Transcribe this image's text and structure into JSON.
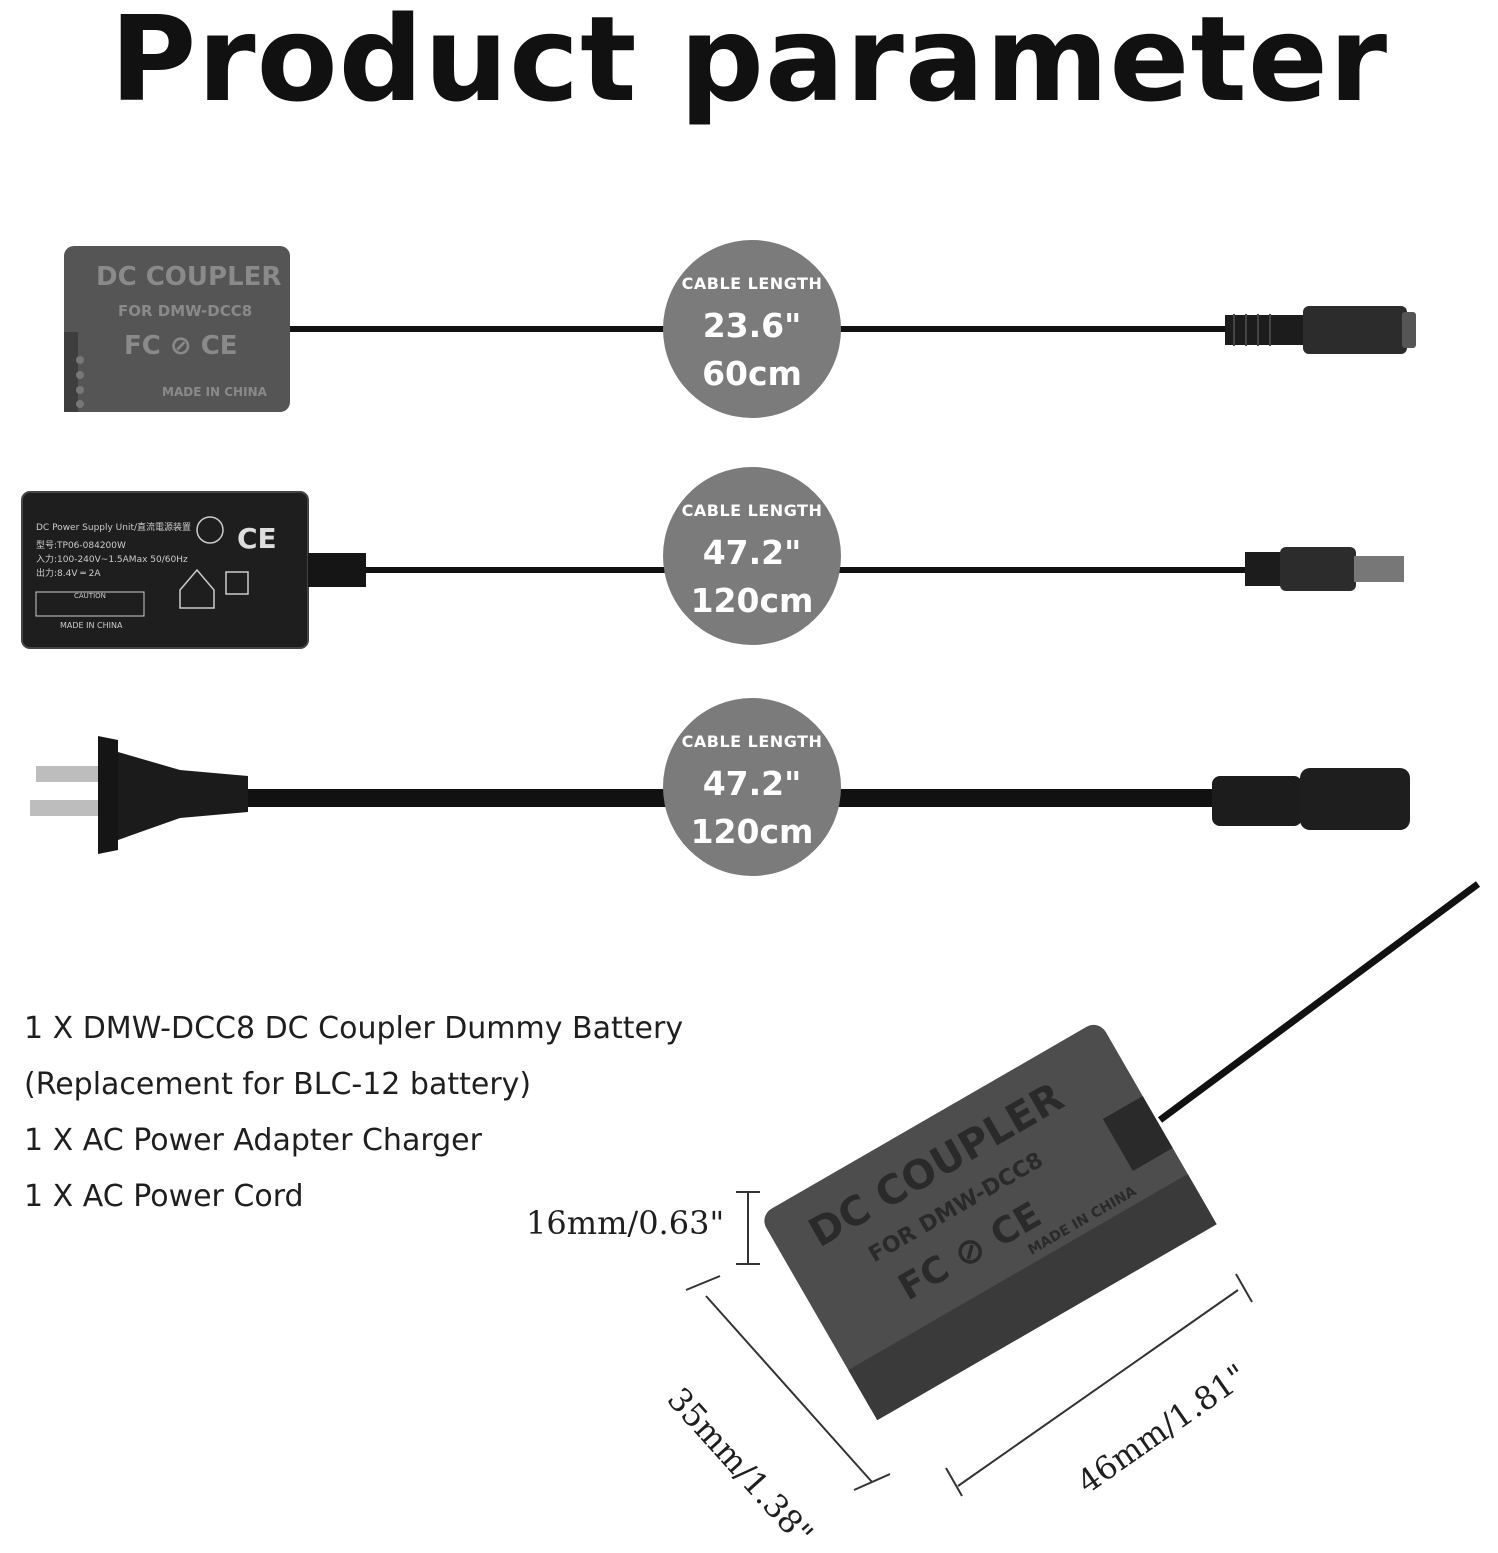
{
  "title": "Product parameter",
  "cables": [
    {
      "caption": "CABLE LENGTH",
      "inches": "23.6\"",
      "cm": "60cm"
    },
    {
      "caption": "CABLE LENGTH",
      "inches": "47.2\"",
      "cm": "120cm"
    },
    {
      "caption": "CABLE LENGTH",
      "inches": "47.2\"",
      "cm": "120cm"
    }
  ],
  "coupler": {
    "line1": "DC COUPLER",
    "line2": "FOR DMW-DCC8",
    "certs": "FC ⊘ CE",
    "made": "MADE IN CHINA"
  },
  "adapter": {
    "line1": "DC Power Supply Unit/直流電源装置",
    "line2": "型号:TP06-084200W",
    "line3": "入力:100-240V~1.5AMax 50/60Hz",
    "line4": "出力:8.4V ═ 2A",
    "made": "MADE IN CHINA",
    "caution": "CAUTION"
  },
  "package_list": [
    "1 X DMW-DCC8 DC Coupler Dummy Battery",
    "(Replacement for BLC-12 battery)",
    "1 X AC Power Adapter Charger",
    "1 X AC Power Cord"
  ],
  "dimensions": {
    "height": "16mm/0.63\"",
    "depth": "35mm/1.38\"",
    "width": "46mm/1.81\""
  }
}
